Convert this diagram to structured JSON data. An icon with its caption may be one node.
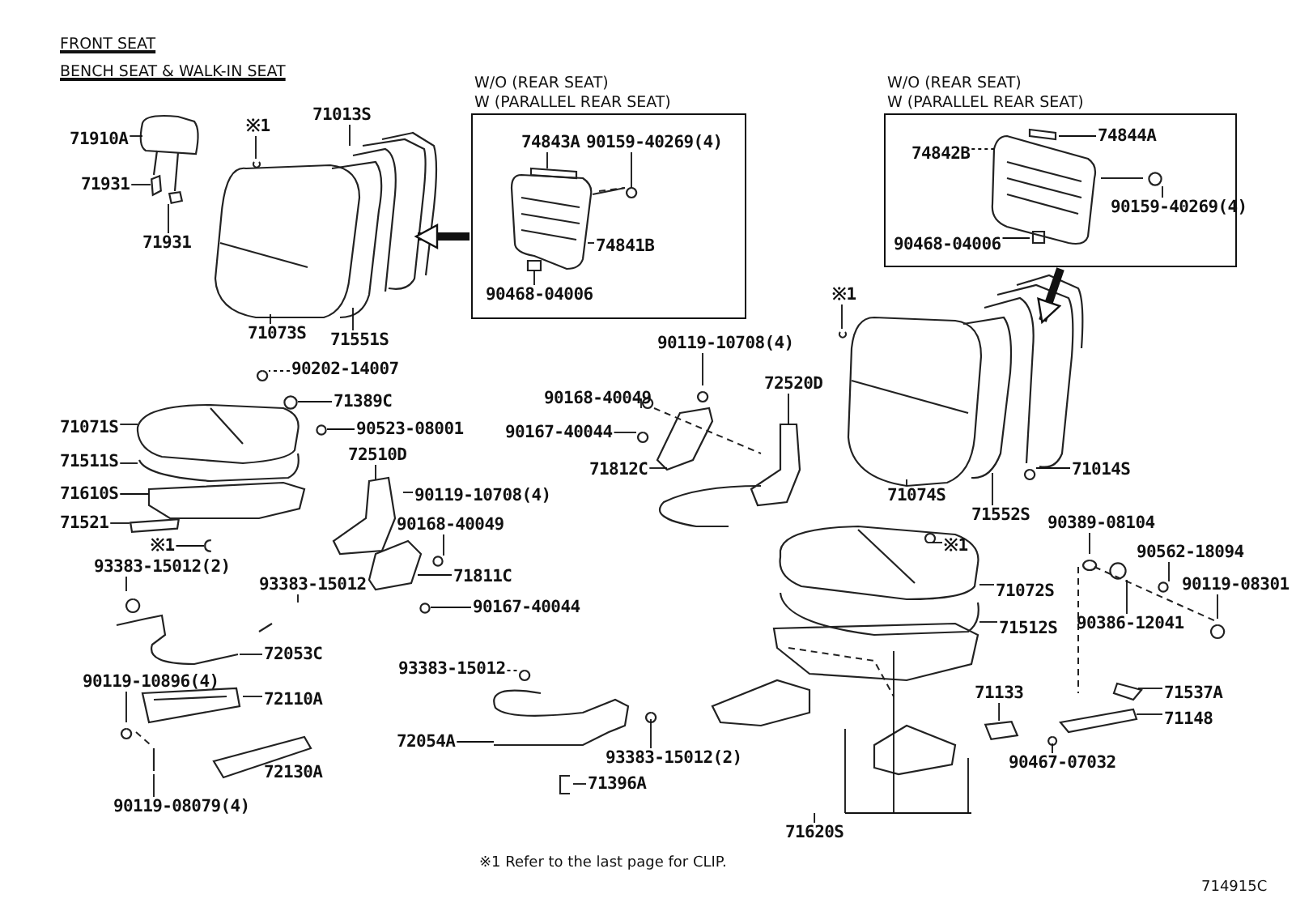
{
  "diagram": {
    "title": "FRONT SEAT",
    "nodes": [
      {
        "text": [
          "W/O (REAR SEAT)",
          "W (PARALLEL REAR SEAT)"
        ]
      },
      {
        "text": [
          "74843A"
        ],
        "in": 0
      },
      {
        "text": [
          "90159-40269(4)"
        ],
        "in": 0
      },
      {
        "text": [
          "74841B"
        ],
        "in": 0
      },
      {
        "text": [
          "90468-04006"
        ],
        "in": 0
      },
      {
        "text": [
          "W/O (REAR SEAT)",
          "W (PARALLEL REAR SEAT)"
        ]
      },
      {
        "text": [
          "74844A"
        ],
        "in": 5
      },
      {
        "text": [
          "74842B"
        ],
        "in": 5
      },
      {
        "text": [
          "90159-40269(4)"
        ],
        "in": 5
      },
      {
        "text": [
          "90468-04006"
        ],
        "in": 5
      },
      {
        "text": [
          "71910A"
        ]
      },
      {
        "text": [
          "71931"
        ]
      },
      {
        "text": [
          "71931"
        ]
      },
      {
        "text": [
          "※1"
        ]
      },
      {
        "text": [
          "71013S"
        ]
      },
      {
        "text": [
          "71073S"
        ]
      },
      {
        "text": [
          "71551S"
        ]
      },
      {
        "text": [
          "90202-14007"
        ]
      },
      {
        "text": [
          "71389C"
        ]
      },
      {
        "text": [
          "90523-08001"
        ]
      },
      {
        "text": [
          "71071S"
        ]
      },
      {
        "text": [
          "71511S"
        ]
      },
      {
        "text": [
          "71610S"
        ]
      },
      {
        "text": [
          "71521"
        ]
      },
      {
        "text": [
          "※1"
        ]
      },
      {
        "text": [
          "72510D"
        ]
      },
      {
        "text": [
          "90119-10708(4)"
        ]
      },
      {
        "text": [
          "90168-40049"
        ]
      },
      {
        "text": [
          "71811C"
        ]
      },
      {
        "text": [
          "90167-40044"
        ]
      },
      {
        "text": [
          "93383-15012(2)"
        ]
      },
      {
        "text": [
          "93383-15012"
        ]
      },
      {
        "text": [
          "72053C"
        ]
      },
      {
        "text": [
          "90119-10896(4)"
        ]
      },
      {
        "text": [
          "72110A"
        ]
      },
      {
        "text": [
          "90119-08079(4)"
        ]
      },
      {
        "text": [
          "90119-10708(4)"
        ]
      },
      {
        "text": [
          "90168-40049"
        ]
      },
      {
        "text": [
          "90167-40044"
        ]
      },
      {
        "text": [
          "72520D"
        ]
      },
      {
        "text": [
          "71812C"
        ]
      },
      {
        "text": [
          "93383-15012"
        ]
      },
      {
        "text": [
          "72054A"
        ]
      },
      {
        "text": [
          "93383-15012(2)"
        ]
      },
      {
        "text": [
          "71396A"
        ]
      },
      {
        "text": [
          "※1"
        ]
      },
      {
        "text": [
          "71014S"
        ]
      },
      {
        "text": [
          "71074S"
        ]
      },
      {
        "text": [
          "71552S"
        ]
      },
      {
        "text": [
          "90389-08104"
        ]
      },
      {
        "text": [
          "※1"
        ]
      },
      {
        "text": [
          "90562-18094"
        ]
      },
      {
        "text": [
          "90119-08301"
        ]
      },
      {
        "text": [
          "90386-12041"
        ]
      },
      {
        "text": [
          "71072S"
        ]
      },
      {
        "text": [
          "71512S"
        ]
      },
      {
        "text": [
          "71133"
        ]
      },
      {
        "text": [
          "71537A"
        ]
      },
      {
        "text": [
          "71148"
        ]
      },
      {
        "text": [
          "90467-07032"
        ]
      },
      {
        "text": [
          "71620S"
        ]
      },
      {
        "text": [],
        "shape": "circle",
        "in": 5
      },
      {
        "text": [],
        "shape": "circle"
      },
      {
        "text": [],
        "shape": "circle"
      },
      {
        "text": [],
        "shape": "bar"
      },
      {
        "text": [],
        "shape": "clip"
      },
      {
        "text": [],
        "shape": "circle"
      },
      {
        "text": [],
        "shape": "circle"
      },
      {
        "text": [],
        "shape": "circle"
      },
      {
        "text": [],
        "shape": "circle"
      },
      {
        "text": [],
        "shape": "box"
      },
      {
        "text": [],
        "shape": "box"
      },
      {
        "text": [],
        "shape": "cable"
      },
      {
        "text": [],
        "shape": "box"
      }
    ],
    "edges": [
      {
        "from": 0,
        "to": null,
        "arrow": "to",
        "style": "thick"
      },
      {
        "from": 5,
        "to": null,
        "arrow": "to",
        "style": "thick"
      },
      {
        "from": 1,
        "to": null,
        "arrow": "none"
      },
      {
        "from": 2,
        "to": null,
        "arrow": "none"
      },
      {
        "from": 3,
        "to": null,
        "arrow": "none"
      },
      {
        "from": 4,
        "to": null,
        "arrow": "none"
      },
      {
        "from": 6,
        "to": null,
        "arrow": "none"
      },
      {
        "from": 7,
        "to": null,
        "arrow": "none",
        "style": "dashed"
      },
      {
        "from": 8,
        "to": 61,
        "arrow": "none"
      },
      {
        "from": 9,
        "to": null,
        "arrow": "none"
      },
      {
        "from": 10,
        "to": null,
        "arrow": "none"
      },
      {
        "from": 11,
        "to": 71,
        "arrow": "none"
      },
      {
        "from": 12,
        "to": 73,
        "arrow": "none"
      },
      {
        "from": 13,
        "to": null,
        "arrow": "none"
      },
      {
        "from": 14,
        "to": null,
        "arrow": "none"
      },
      {
        "from": 15,
        "to": null,
        "arrow": "none"
      },
      {
        "from": 16,
        "to": null,
        "arrow": "none"
      },
      {
        "from": 17,
        "to": null,
        "arrow": "none",
        "style": "dashed"
      },
      {
        "from": 18,
        "to": 62,
        "arrow": "none"
      },
      {
        "from": 19,
        "to": 63,
        "arrow": "none"
      },
      {
        "from": 20,
        "to": null,
        "arrow": "none"
      },
      {
        "from": 21,
        "to": null,
        "arrow": "none"
      },
      {
        "from": 22,
        "to": null,
        "arrow": "none"
      },
      {
        "from": 23,
        "to": 64,
        "arrow": "none"
      },
      {
        "from": 24,
        "to": 65,
        "arrow": "none"
      },
      {
        "from": 25,
        "to": null,
        "arrow": "none"
      },
      {
        "from": 26,
        "to": null,
        "arrow": "none"
      },
      {
        "from": 27,
        "to": 66,
        "arrow": "none"
      },
      {
        "from": 28,
        "to": null,
        "arrow": "none"
      },
      {
        "from": 29,
        "to": 67,
        "arrow": "none"
      },
      {
        "from": 30,
        "to": null,
        "arrow": "none"
      },
      {
        "from": 31,
        "to": null,
        "arrow": "none"
      },
      {
        "from": 32,
        "to": 72,
        "arrow": "none"
      },
      {
        "from": 33,
        "to": null,
        "arrow": "none"
      },
      {
        "from": 34,
        "to": null,
        "arrow": "none"
      },
      {
        "from": 35,
        "to": null,
        "arrow": "none"
      },
      {
        "from": 36,
        "to": null,
        "arrow": "none"
      },
      {
        "from": 37,
        "to": null,
        "arrow": "none"
      },
      {
        "from": 38,
        "to": null,
        "arrow": "none"
      },
      {
        "from": 39,
        "to": null,
        "arrow": "none"
      },
      {
        "from": 40,
        "to": null,
        "arrow": "none"
      },
      {
        "from": 41,
        "to": null,
        "arrow": "none",
        "style": "dashed"
      },
      {
        "from": 42,
        "to": null,
        "arrow": "none"
      },
      {
        "from": 43,
        "to": null,
        "arrow": "none"
      },
      {
        "from": 44,
        "to": null,
        "arrow": "none"
      },
      {
        "from": 45,
        "to": null,
        "arrow": "none"
      },
      {
        "from": 46,
        "to": null,
        "arrow": "none"
      },
      {
        "from": 47,
        "to": null,
        "arrow": "none"
      },
      {
        "from": 48,
        "to": null,
        "arrow": "none"
      },
      {
        "from": 49,
        "to": null,
        "arrow": "none"
      },
      {
        "from": 50,
        "to": null,
        "arrow": "none"
      },
      {
        "from": 51,
        "to": 68,
        "arrow": "none"
      },
      {
        "from": 52,
        "to": null,
        "arrow": "none"
      },
      {
        "from": 53,
        "to": 69,
        "arrow": "none"
      },
      {
        "from": 54,
        "to": null,
        "arrow": "none"
      },
      {
        "from": 55,
        "to": null,
        "arrow": "none"
      },
      {
        "from": 56,
        "to": 70,
        "arrow": "none"
      },
      {
        "from": 57,
        "to": null,
        "arrow": "none"
      },
      {
        "from": 58,
        "to": null,
        "arrow": "none"
      },
      {
        "from": 59,
        "to": null,
        "arrow": "none"
      },
      {
        "from": 60,
        "to": null,
        "arrow": "none"
      }
    ],
    "labels": [
      "BENCH SEAT & WALK-IN SEAT",
      "72130A",
      "※1  Refer to the last page for CLIP.",
      "714915C"
    ]
  }
}
